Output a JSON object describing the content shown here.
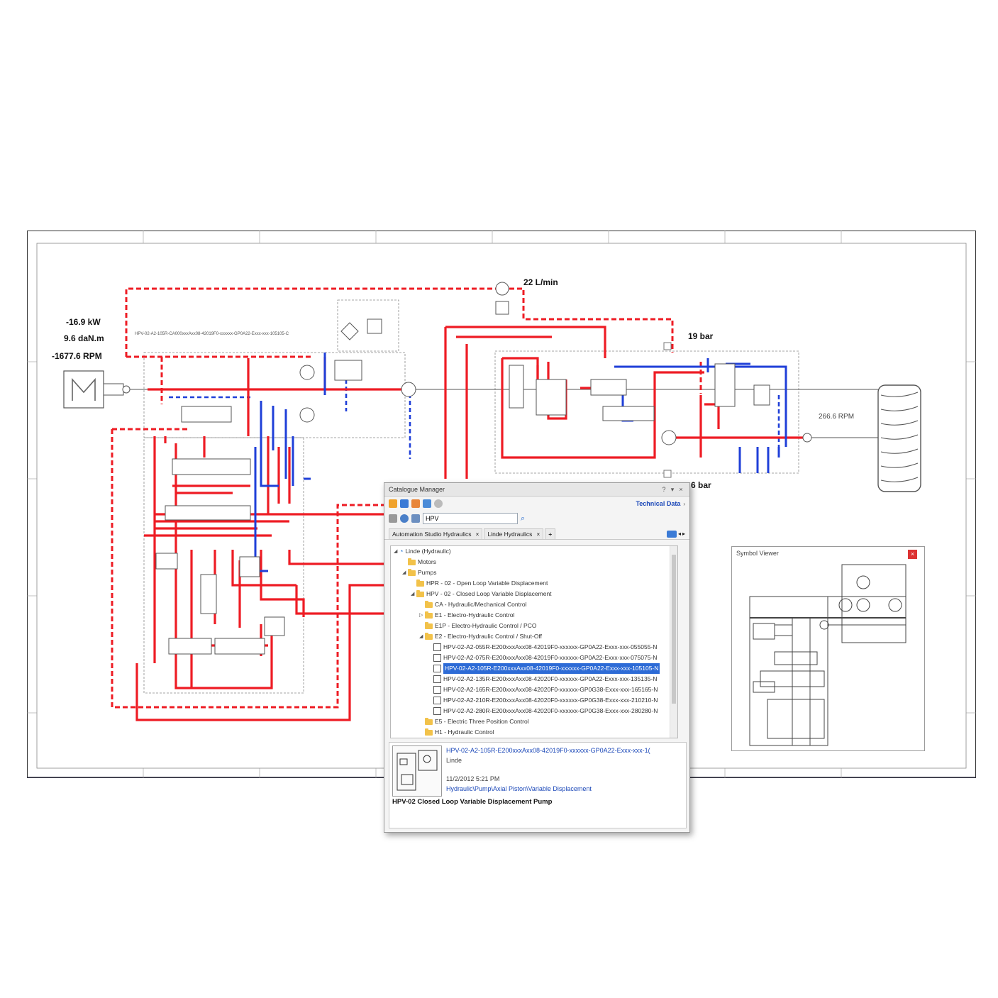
{
  "schematic": {
    "readouts": {
      "power": "-16.9 kW",
      "torque": "9.6 daN.m",
      "speed": "-1677.6 RPM",
      "flow": "22 L/min",
      "pressure_top": "19 bar",
      "pressure_bottom": "6 bar",
      "wheel_speed": "266.6 RPM"
    },
    "pump_label": "HPV-02-A2-105R-CA000xxxAxx08-42019F0-xxxxxx-GP0A22-Exxx-xxx-105105-C",
    "colors": {
      "pressure": "#ee1c24",
      "return": "#1f3fd8",
      "frame": "#333333"
    }
  },
  "catalogue": {
    "title": "Catalogue Manager",
    "window_buttons": [
      "?",
      "▾",
      "×"
    ],
    "technical_data_label": "Technical Data",
    "search_value": "HPV",
    "tabs": [
      {
        "label": "Automation Studio Hydraulics",
        "close": "×"
      },
      {
        "label": "Linde Hydraulics",
        "close": "×"
      }
    ],
    "add_tab": "+",
    "tree": [
      {
        "level": 0,
        "arrow": "◢",
        "icon": "root",
        "label": "Linde (Hydraulic)"
      },
      {
        "level": 1,
        "arrow": "",
        "icon": "folder",
        "label": "Motors"
      },
      {
        "level": 1,
        "arrow": "◢",
        "icon": "folder",
        "label": "Pumps"
      },
      {
        "level": 2,
        "arrow": "",
        "icon": "folder",
        "label": "HPR - 02 - Open Loop Variable Displacement"
      },
      {
        "level": 2,
        "arrow": "◢",
        "icon": "folder",
        "label": "HPV - 02 - Closed Loop Variable Displacement"
      },
      {
        "level": 3,
        "arrow": "",
        "icon": "folder",
        "label": "CA - Hydraulic/Mechanical Control"
      },
      {
        "level": 3,
        "arrow": "▷",
        "icon": "folder",
        "label": "E1 - Electro-Hydraulic Control"
      },
      {
        "level": 3,
        "arrow": "",
        "icon": "folder",
        "label": "E1P - Electro-Hydraulic Control / PCO"
      },
      {
        "level": 3,
        "arrow": "◢",
        "icon": "folder",
        "label": "E2 - Electro-Hydraulic Control / Shut-Off"
      },
      {
        "level": 4,
        "arrow": "",
        "icon": "comp",
        "label": "HPV-02-A2-055R-E200xxxAxx08-42019F0-xxxxxx-GP0A22-Exxx-xxx-055055-N"
      },
      {
        "level": 4,
        "arrow": "",
        "icon": "comp",
        "label": "HPV-02-A2-075R-E200xxxAxx08-42019F0-xxxxxx-GP0A22-Exxx-xxx-075075-N"
      },
      {
        "level": 4,
        "arrow": "",
        "icon": "comp",
        "label": "HPV-02-A2-105R-E200xxxAxx08-42019F0-xxxxxx-GP0A22-Exxx-xxx-105105-N",
        "selected": true
      },
      {
        "level": 4,
        "arrow": "",
        "icon": "comp",
        "label": "HPV-02-A2-135R-E200xxxAxx08-42020F0-xxxxxx-GP0A22-Exxx-xxx-135135-N"
      },
      {
        "level": 4,
        "arrow": "",
        "icon": "comp",
        "label": "HPV-02-A2-165R-E200xxxAxx08-42020F0-xxxxxx-GP0G38-Exxx-xxx-165165-N"
      },
      {
        "level": 4,
        "arrow": "",
        "icon": "comp",
        "label": "HPV-02-A2-210R-E200xxxAxx08-42020F0-xxxxxx-GP0G38-Exxx-xxx-210210-N"
      },
      {
        "level": 4,
        "arrow": "",
        "icon": "comp",
        "label": "HPV-02-A2-280R-E200xxxAxx08-42020F0-xxxxxx-GP0G38-Exxx-xxx-280280-N"
      },
      {
        "level": 3,
        "arrow": "",
        "icon": "folder",
        "label": "E5 - Electric Three Position Control"
      },
      {
        "level": 3,
        "arrow": "",
        "icon": "folder",
        "label": "H1 - Hydraulic Control"
      }
    ],
    "detail": {
      "name": "HPV-02-A2-105R-E200xxxAxx08-42019F0-xxxxxx-GP0A22-Exxx-xxx-1(",
      "manufacturer": "Linde",
      "date": "11/2/2012 5:21 PM",
      "path": "Hydraulic\\Pump\\Axial Piston\\Variable Displacement",
      "description": "HPV-02 Closed Loop Variable Displacement Pump"
    }
  },
  "symbol_viewer": {
    "title": "Symbol Viewer",
    "close": "×"
  }
}
